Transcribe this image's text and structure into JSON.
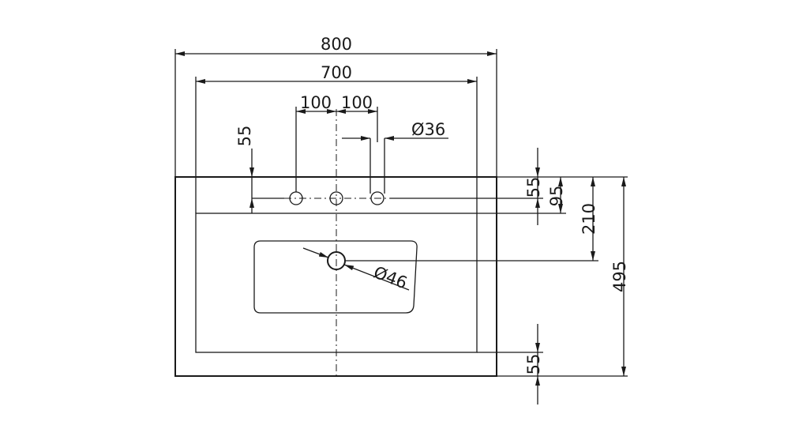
{
  "dimensions": {
    "total_width": "800",
    "inner_width": "700",
    "tap_spacing_left": "100",
    "tap_spacing_right": "100",
    "tap_hole_diameter": "Ø36",
    "tap_offset_left": "55",
    "tap_offset_right": "55",
    "tap_row_depth": "95",
    "drain_depth": "210",
    "total_depth": "495",
    "front_rim": "55",
    "drain_diameter": "Ø46"
  }
}
